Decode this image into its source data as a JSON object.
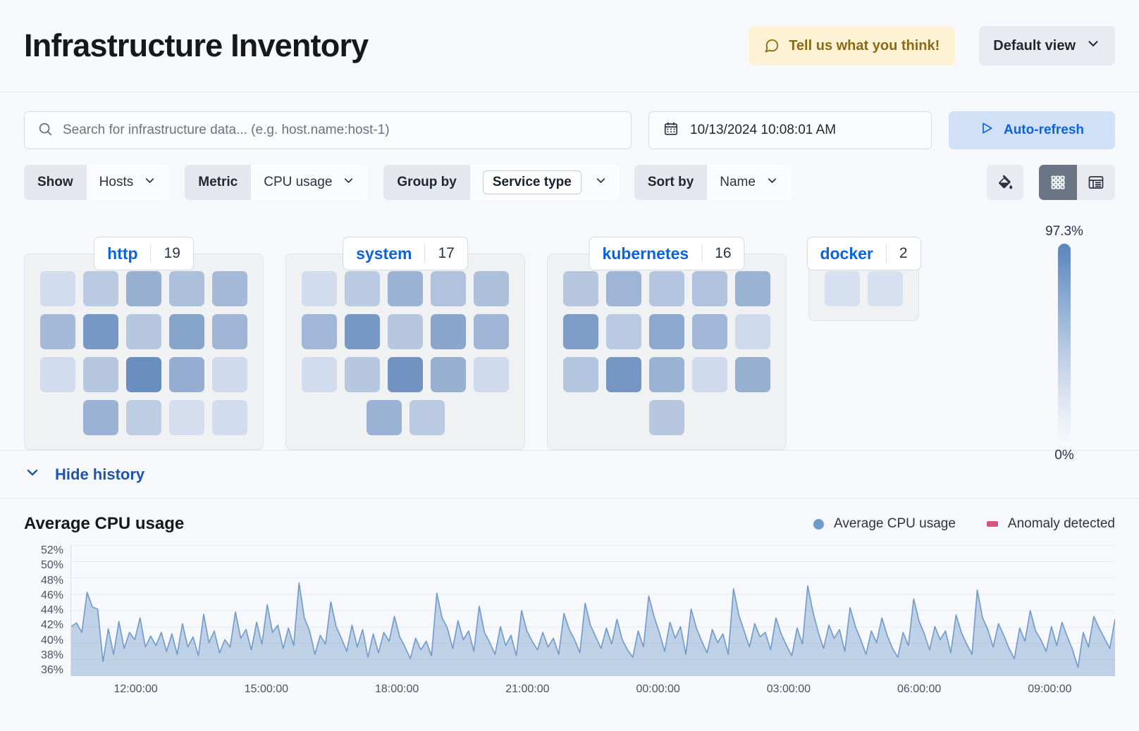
{
  "header": {
    "title": "Infrastructure Inventory",
    "feedback_label": "Tell us what you think!",
    "feedback_icon": "comment-icon",
    "view_label": "Default view",
    "view_icon": "chevron-down-icon"
  },
  "search": {
    "placeholder": "Search for infrastructure data... (e.g. host.name:host-1)",
    "icon": "search-icon"
  },
  "datepicker": {
    "value": "10/13/2024 10:08:01 AM",
    "icon": "calendar-icon"
  },
  "refresh": {
    "label": "Auto-refresh",
    "icon": "play-icon"
  },
  "filters": [
    {
      "label": "Show",
      "value": "Hosts",
      "bold_value": false
    },
    {
      "label": "Metric",
      "value": "CPU usage",
      "bold_value": false
    },
    {
      "label": "Group by",
      "value": "Service type",
      "bold_value": true
    },
    {
      "label": "Sort by",
      "value": "Name",
      "bold_value": false
    }
  ],
  "toolbar_right": {
    "fill_icon": "paint-bucket-icon",
    "grid_icon": "grid-view-icon",
    "table_icon": "table-view-icon",
    "active_view": "grid"
  },
  "legend_scale": {
    "max": "97.3%",
    "min": "0%"
  },
  "groups": [
    {
      "name": "http",
      "count": "19",
      "rows": [
        {
          "offset": 0,
          "centered": false,
          "values": [
            18,
            32,
            52,
            40,
            44
          ]
        },
        {
          "offset": 0,
          "centered": false,
          "values": [
            44,
            68,
            34,
            62,
            48
          ]
        },
        {
          "offset": 0,
          "centered": false,
          "values": [
            18,
            34,
            76,
            54,
            20
          ]
        },
        {
          "offset": 1,
          "centered": false,
          "values": [
            50,
            30,
            16,
            18
          ]
        }
      ]
    },
    {
      "name": "system",
      "count": "17",
      "rows": [
        {
          "offset": 0,
          "centered": false,
          "values": [
            18,
            32,
            50,
            38,
            40
          ]
        },
        {
          "offset": 0,
          "centered": false,
          "values": [
            46,
            68,
            34,
            60,
            48
          ]
        },
        {
          "offset": 0,
          "centered": false,
          "values": [
            18,
            34,
            72,
            52,
            20
          ]
        },
        {
          "offset": 0,
          "centered": true,
          "values": [
            50,
            32
          ]
        }
      ]
    },
    {
      "name": "kubernetes",
      "count": "16",
      "rows": [
        {
          "offset": 0,
          "centered": false,
          "values": [
            34,
            48,
            36,
            38,
            50
          ]
        },
        {
          "offset": 0,
          "centered": false,
          "values": [
            66,
            32,
            58,
            46,
            20
          ]
        },
        {
          "offset": 0,
          "centered": false,
          "values": [
            36,
            70,
            50,
            20,
            52
          ]
        },
        {
          "offset": 2,
          "centered": false,
          "values": [
            34
          ]
        }
      ]
    },
    {
      "name": "docker",
      "count": "2",
      "rows": [
        {
          "offset": 0,
          "centered": true,
          "values": [
            14,
            14
          ]
        }
      ]
    }
  ],
  "history": {
    "toggle_label": "Hide history",
    "toggle_icon": "chevron-down-icon"
  },
  "chart_data": {
    "type": "area",
    "title": "Average CPU usage",
    "xlabel": "",
    "ylabel": "",
    "ylim": [
      35,
      53
    ],
    "grid": true,
    "legend_position": "top-right",
    "legend": [
      {
        "name": "Average CPU usage",
        "color": "#6f9ac9",
        "marker": "dot"
      },
      {
        "name": "Anomaly detected",
        "color": "#d4547e",
        "marker": "square"
      }
    ],
    "yticks": [
      "52%",
      "50%",
      "48%",
      "46%",
      "44%",
      "42%",
      "40%",
      "38%",
      "36%"
    ],
    "xticks": [
      "12:00:00",
      "15:00:00",
      "18:00:00",
      "21:00:00",
      "00:00:00",
      "03:00:00",
      "06:00:00",
      "09:00:00"
    ],
    "series": [
      {
        "name": "Average CPU usage",
        "color": "#6f9ac9",
        "values": [
          41.8,
          42.3,
          41.0,
          46.5,
          44.5,
          44.2,
          37.0,
          41.5,
          38.0,
          42.5,
          38.8,
          41.0,
          40.0,
          43.0,
          39.0,
          40.5,
          39.2,
          41.0,
          38.4,
          40.8,
          38.0,
          42.2,
          39.0,
          40.4,
          37.8,
          43.5,
          39.6,
          41.2,
          38.2,
          40.0,
          39.0,
          43.8,
          40.2,
          41.4,
          38.6,
          42.4,
          39.4,
          44.8,
          41.0,
          42.0,
          38.8,
          41.6,
          39.2,
          47.8,
          43.0,
          41.2,
          38.0,
          40.6,
          39.4,
          45.2,
          41.8,
          40.2,
          38.4,
          42.0,
          39.0,
          41.4,
          37.6,
          40.8,
          38.2,
          41.0,
          39.8,
          43.2,
          40.4,
          39.0,
          37.4,
          40.2,
          38.6,
          39.8,
          37.8,
          46.4,
          43.0,
          41.6,
          38.8,
          42.6,
          40.0,
          41.2,
          38.4,
          44.6,
          41.0,
          39.6,
          38.0,
          41.8,
          39.2,
          40.6,
          37.8,
          44.0,
          41.2,
          39.8,
          38.6,
          41.0,
          39.0,
          40.2,
          38.0,
          43.6,
          41.4,
          40.0,
          38.2,
          45.0,
          42.0,
          40.4,
          38.8,
          41.6,
          39.4,
          42.8,
          40.0,
          38.6,
          37.6,
          41.2,
          39.0,
          46.0,
          43.2,
          41.0,
          38.4,
          42.4,
          40.2,
          41.8,
          38.0,
          44.2,
          41.6,
          39.8,
          38.2,
          41.4,
          39.6,
          40.8,
          38.0,
          47.0,
          43.4,
          41.2,
          39.0,
          42.2,
          40.4,
          41.0,
          38.6,
          43.0,
          40.8,
          39.2,
          37.8,
          41.6,
          39.4,
          47.4,
          43.8,
          41.0,
          38.8,
          42.0,
          40.2,
          41.4,
          38.4,
          44.4,
          41.8,
          40.0,
          38.0,
          41.2,
          39.6,
          43.0,
          40.6,
          38.8,
          37.6,
          41.0,
          39.2,
          45.6,
          42.6,
          40.8,
          38.6,
          41.8,
          40.0,
          41.2,
          38.2,
          43.4,
          41.0,
          39.4,
          38.0,
          46.8,
          43.0,
          41.4,
          39.0,
          42.2,
          40.6,
          38.8,
          37.4,
          41.6,
          39.8,
          44.0,
          41.2,
          40.0,
          38.4,
          41.8,
          39.2,
          42.4,
          40.4,
          38.6,
          36.2,
          41.0,
          39.0,
          43.2,
          41.6,
          40.2,
          38.8,
          42.8
        ]
      }
    ]
  }
}
